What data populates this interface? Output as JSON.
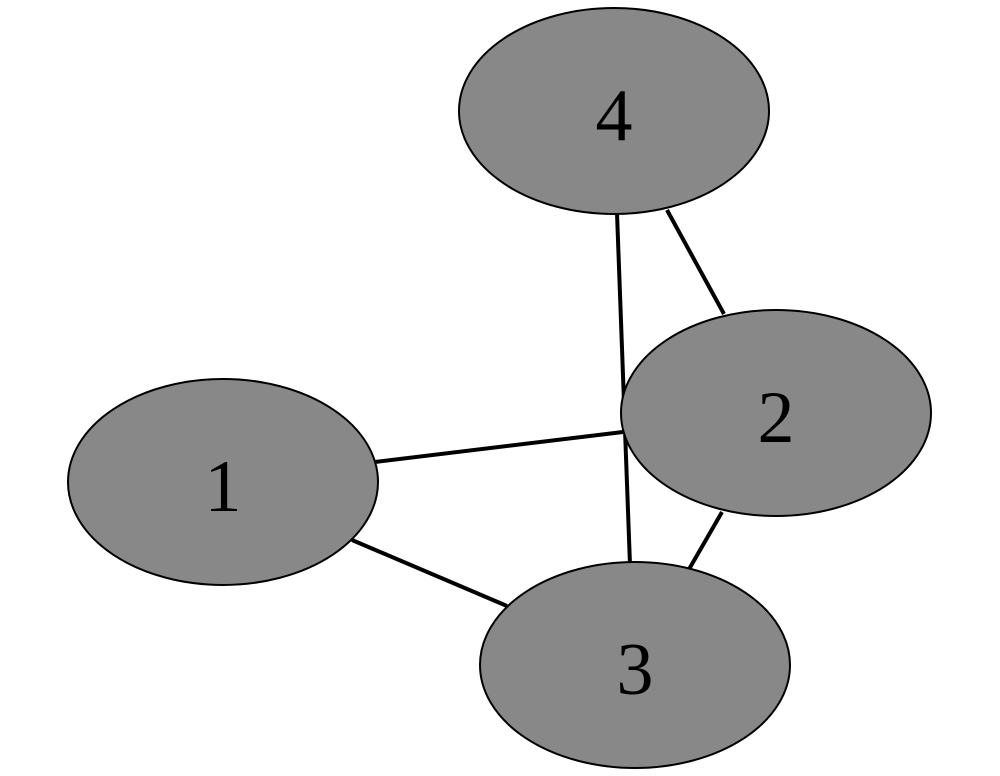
{
  "graph": {
    "node_color": "#888888",
    "edge_color": "#000000",
    "nodes": [
      {
        "id": "1",
        "label": "1"
      },
      {
        "id": "2",
        "label": "2"
      },
      {
        "id": "3",
        "label": "3"
      },
      {
        "id": "4",
        "label": "4"
      }
    ],
    "edges": [
      {
        "from": "1",
        "to": "2"
      },
      {
        "from": "1",
        "to": "3"
      },
      {
        "from": "2",
        "to": "3"
      },
      {
        "from": "2",
        "to": "4"
      },
      {
        "from": "3",
        "to": "4"
      }
    ]
  }
}
